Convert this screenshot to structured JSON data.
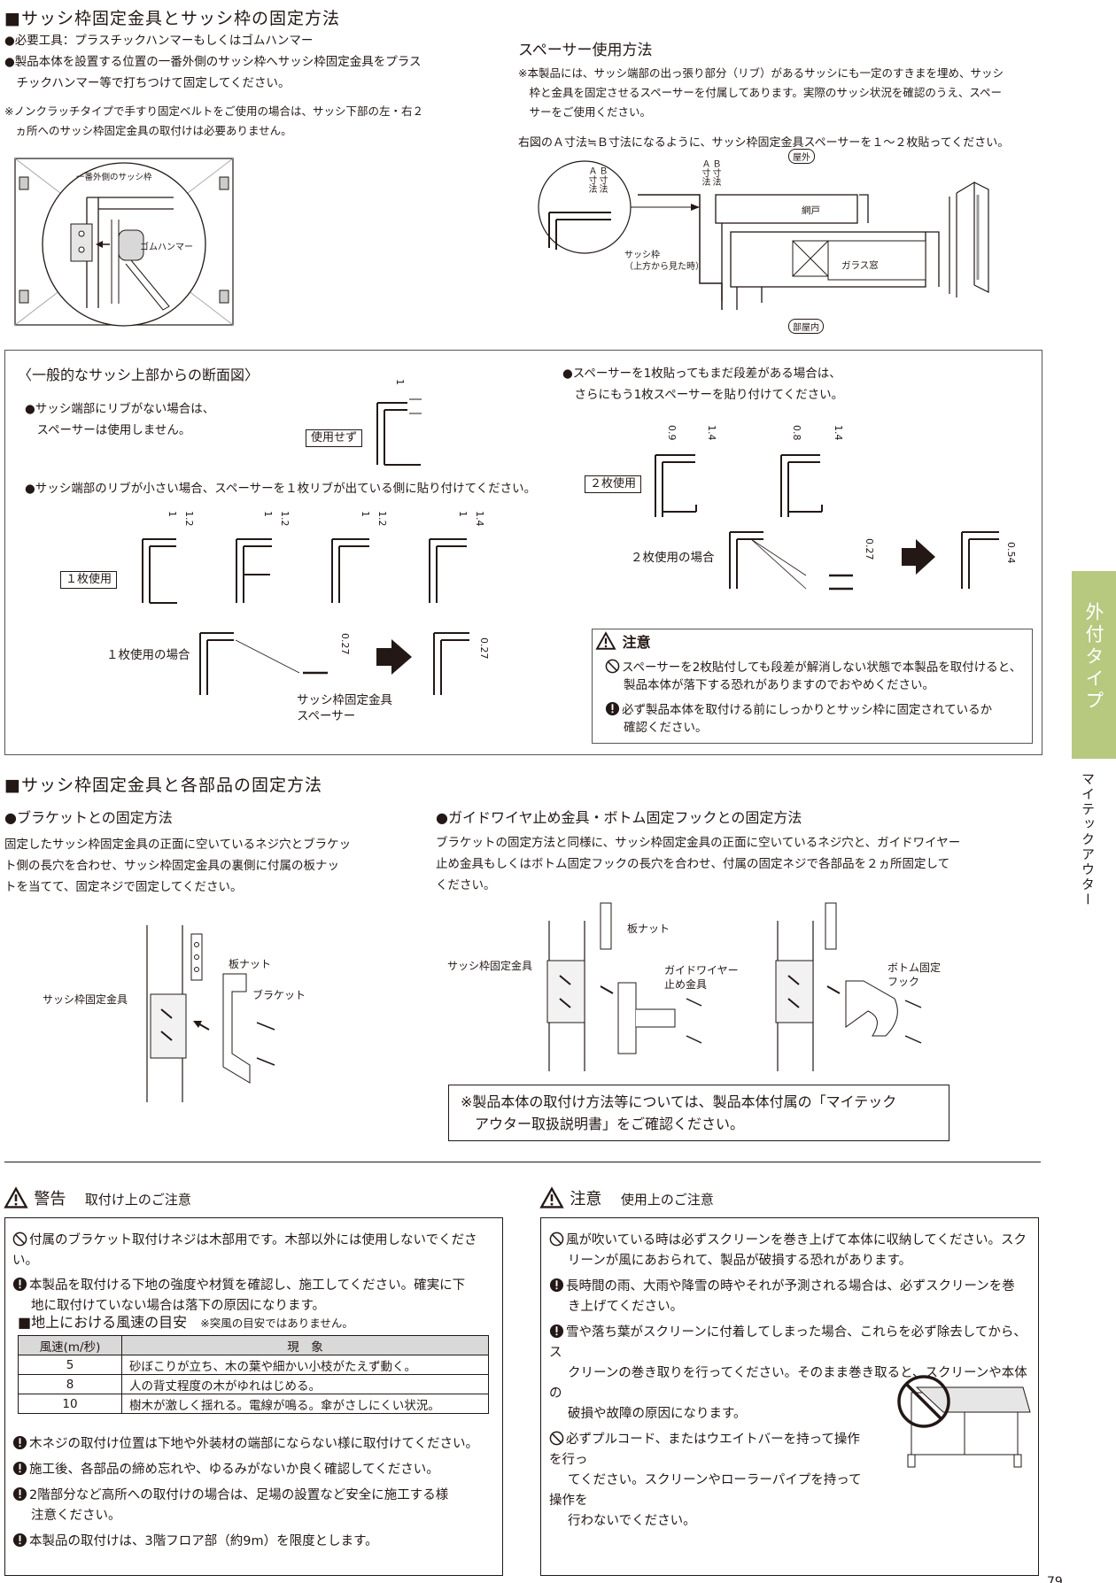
{
  "section1": {
    "title": "■サッシ枠固定金具とサッシ枠の固定方法",
    "lines": [
      "●必要工具：プラスチックハンマーもしくはゴムハンマー",
      "●製品本体を設置する位置の一番外側のサッシ枠へサッシ枠固定金具をプラス",
      "　チックハンマー等で打ちつけて固定してください。"
    ],
    "note_lines": [
      "※ノンクラッチタイプで手すり固定ベルトをご使用の場合は、サッシ下部の左・右２",
      "　ヵ所へのサッシ枠固定金具の取付けは必要ありません。"
    ],
    "figure_labels": {
      "outer_frame": "一番外側のサッシ枠",
      "hammer": "ゴムハンマー"
    }
  },
  "spacer": {
    "title": "スペーサー使用方法",
    "note_lines": [
      "※本製品には、サッシ端部の出っ張り部分（リブ）があるサッシにも一定のすきまを埋め、サッシ",
      "　枠と金具を固定させるスペーサーを付属してあります。実際のサッシ状況を確認のうえ、スペー",
      "　サーをご使用ください。"
    ],
    "instruction": "右図のＡ寸法≒Ｂ寸法になるように、サッシ枠固定金具スペーサーを１～２枚貼ってください。",
    "figure_labels": {
      "a_dim": "Ａ寸法",
      "b_dim": "Ｂ寸法",
      "outside": "屋外",
      "screen": "網戸",
      "glass": "ガラス窓",
      "inside": "部屋内",
      "frame_top_line1": "サッシ枠",
      "frame_top_line2": "（上方から見た時）"
    }
  },
  "cross_section": {
    "title": "〈一般的なサッシ上部からの断面図〉",
    "no_rib_lines": [
      "●サッシ端部にリブがない場合は、",
      "　スペーサーは使用しません。"
    ],
    "tag_not_used": "使用せず",
    "small_rib": "●サッシ端部のリブが小さい場合、スペーサーを１枚リブが出ている側に貼り付けてください。",
    "tag_one": "１枚使用",
    "case_one": "１枚使用の場合",
    "spacer_label_line1": "サッシ枠固定金具",
    "spacer_label_line2": "スペーサー",
    "still_step_lines": [
      "●スペーサーを1枚貼ってもまだ段差がある場合は、",
      "　さらにもう1枚スペーサーを貼り付けてください。"
    ],
    "tag_two": "２枚使用",
    "case_two": "２枚使用の場合",
    "dims": {
      "d1": "1",
      "d12": "1.2",
      "d14": "1.4",
      "d09": "0.9",
      "d08": "0.8",
      "d027": "0.27",
      "d054": "0.54"
    },
    "caution": {
      "title": "注意",
      "items": [
        [
          "スペーサーを2枚貼付しても段差が解消しない状態で本製品を取付けると、",
          "製品本体が落下する恐れがありますのでおやめください。"
        ],
        [
          "必ず製品本体を取付ける前にしっかりとサッシ枠に固定されているか",
          "確認ください。"
        ]
      ]
    }
  },
  "section2": {
    "title": "■サッシ枠固定金具と各部品の固定方法",
    "bracket": {
      "title": "●ブラケットとの固定方法",
      "lines": [
        "固定したサッシ枠固定金具の正面に空いているネジ穴とブラケッ",
        "ト側の長穴を合わせ、サッシ枠固定金具の裏側に付属の板ナッ",
        "トを当てて、固定ネジで固定してください。"
      ],
      "labels": {
        "plate_nut": "板ナット",
        "bracket": "ブラケット",
        "frame_fitting": "サッシ枠固定金具"
      }
    },
    "guide": {
      "title": "●ガイドワイヤ止め金具・ボトム固定フックとの固定方法",
      "lines": [
        "ブラケットの固定方法と同様に、サッシ枠固定金具の正面に空いているネジ穴と、ガイドワイヤー",
        "止め金具もしくはボトム固定フックの長穴を合わせ、付属の固定ネジで各部品を２ヵ所固定して",
        "ください。"
      ],
      "labels": {
        "plate_nut": "板ナット",
        "frame_fitting": "サッシ枠固定金具",
        "guide_line1": "ガイドワイヤー",
        "guide_line2": "止め金具",
        "hook_line1": "ボトム固定",
        "hook_line2": "フック"
      }
    },
    "manual_note_lines": [
      "※製品本体の取付け方法等については、製品本体付属の「マイテック",
      "　アウター取扱説明書」をご確認ください。"
    ]
  },
  "warning": {
    "title": "警告",
    "subtitle": "取付け上のご注意",
    "items_top": [
      {
        "icon": "prohibit",
        "lines": [
          "付属のブラケット取付けネジは木部用です。木部以外には使用しないでください。"
        ]
      },
      {
        "icon": "exclaim",
        "lines": [
          "本製品を取付ける下地の強度や材質を確認し、施工してください。確実に下",
          "地に取付けていない場合は落下の原因になります。"
        ]
      }
    ],
    "wind_title": "■地上における風速の目安",
    "wind_note": "※突風の目安ではありません。",
    "wind_headers": [
      "風速(m/秒)",
      "現　象"
    ],
    "wind_rows": [
      [
        "5",
        "砂ぼこりが立ち、木の葉や細かい小枝がたえず動く。"
      ],
      [
        "8",
        "人の背丈程度の木がゆれはじめる。"
      ],
      [
        "10",
        "樹木が激しく揺れる。電線が鳴る。傘がさしにくい状況。"
      ]
    ],
    "items_bottom": [
      {
        "icon": "exclaim",
        "lines": [
          "木ネジの取付け位置は下地や外装材の端部にならない様に取付けてください。"
        ]
      },
      {
        "icon": "exclaim",
        "lines": [
          "施工後、各部品の締め忘れや、ゆるみがないか良く確認してください。"
        ]
      },
      {
        "icon": "exclaim",
        "lines": [
          "2階部分など高所への取付けの場合は、足場の設置など安全に施工する様",
          "注意ください。"
        ]
      },
      {
        "icon": "exclaim",
        "lines": [
          "本製品の取付けは、3階フロア部（約9m）を限度とします。"
        ]
      }
    ]
  },
  "caution_use": {
    "title": "注意",
    "subtitle": "使用上のご注意",
    "items": [
      {
        "icon": "prohibit",
        "lines": [
          "風が吹いている時は必ずスクリーンを巻き上げて本体に収納してください。スク",
          "リーンが風にあおられて、製品が破損する恐れがあります。"
        ]
      },
      {
        "icon": "exclaim",
        "lines": [
          "長時間の雨、大雨や降雪の時やそれが予測される場合は、必ずスクリーンを巻",
          "き上げてください。"
        ]
      },
      {
        "icon": "exclaim",
        "lines": [
          "雪や落ち葉がスクリーンに付着してしまった場合、これらを必ず除去してから、ス",
          "クリーンの巻き取りを行ってください。そのまま巻き取ると、スクリーンや本体の",
          "破損や故障の原因になります。"
        ]
      },
      {
        "icon": "prohibit",
        "lines": [
          "必ずプルコード、またはウエイトバーを持って操作を行っ",
          "てください。スクリーンやローラーパイプを持って操作を",
          "行わないでください。"
        ]
      }
    ]
  },
  "side": {
    "tab": "外付タイプ",
    "product": "マイテックアウター"
  },
  "page_number": "79"
}
